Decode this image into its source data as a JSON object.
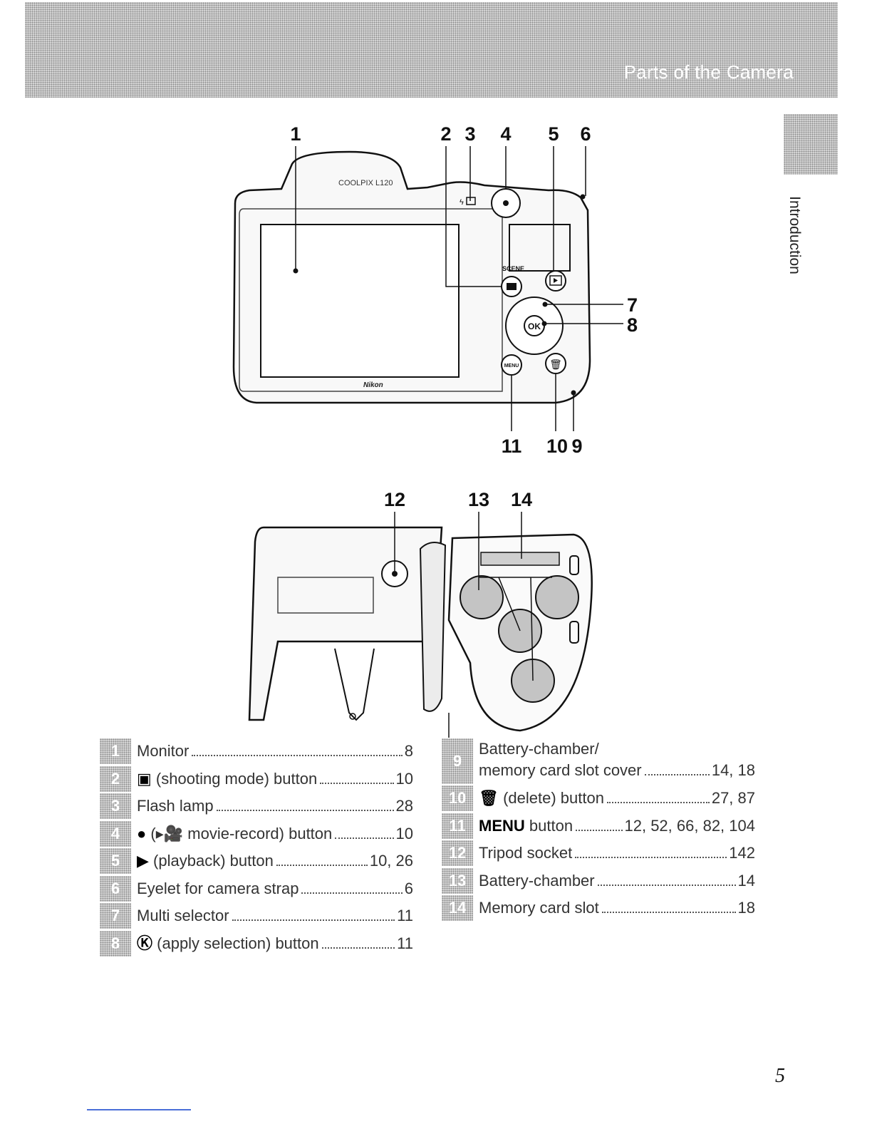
{
  "header": {
    "section_title": "Parts of the Camera"
  },
  "sidebar": {
    "tab_label": "Introduction"
  },
  "figure_back": {
    "model_marking": "COOLPIX L120",
    "brand_marking": "Nikon",
    "button_ok": "OK",
    "button_menu": "MENU",
    "button_scene": "SCENE",
    "callouts_top": [
      "1",
      "2",
      "3",
      "4",
      "5",
      "6"
    ],
    "callouts_side": [
      "7",
      "8"
    ],
    "callouts_bottom": [
      "11",
      "10",
      "9"
    ]
  },
  "figure_bottom": {
    "callouts": [
      "12",
      "13",
      "14"
    ]
  },
  "parts_left": [
    {
      "num": "1",
      "glyph": "",
      "label": "Monitor",
      "pages": "8"
    },
    {
      "num": "2",
      "glyph": "▣",
      "label": "(shooting mode) button",
      "pages": "10"
    },
    {
      "num": "3",
      "glyph": "",
      "label": "Flash lamp",
      "pages": "28"
    },
    {
      "num": "4",
      "glyph": "●",
      "label": "(▸🎥 movie-record) button",
      "pages": "10"
    },
    {
      "num": "5",
      "glyph": "▶",
      "label": "(playback) button",
      "pages": "10, 26"
    },
    {
      "num": "6",
      "glyph": "",
      "label": "Eyelet for camera strap",
      "pages": "6"
    },
    {
      "num": "7",
      "glyph": "",
      "label": "Multi selector",
      "pages": "11"
    },
    {
      "num": "8",
      "glyph": "Ⓚ",
      "label": "(apply selection) button",
      "pages": "11"
    }
  ],
  "parts_right": [
    {
      "num": "9",
      "glyph": "",
      "label_line1": "Battery-chamber/",
      "label": "memory card slot cover",
      "pages": "14, 18"
    },
    {
      "num": "10",
      "glyph": "🗑",
      "label": "(delete) button",
      "pages": "27, 87"
    },
    {
      "num": "11",
      "glyph": "MENU",
      "label": "button",
      "pages": "12, 52, 66, 82, 104"
    },
    {
      "num": "12",
      "glyph": "",
      "label": "Tripod socket",
      "pages": "142"
    },
    {
      "num": "13",
      "glyph": "",
      "label": "Battery-chamber",
      "pages": "14"
    },
    {
      "num": "14",
      "glyph": "",
      "label": "Memory card slot",
      "pages": "18"
    }
  ],
  "page_number": "5"
}
